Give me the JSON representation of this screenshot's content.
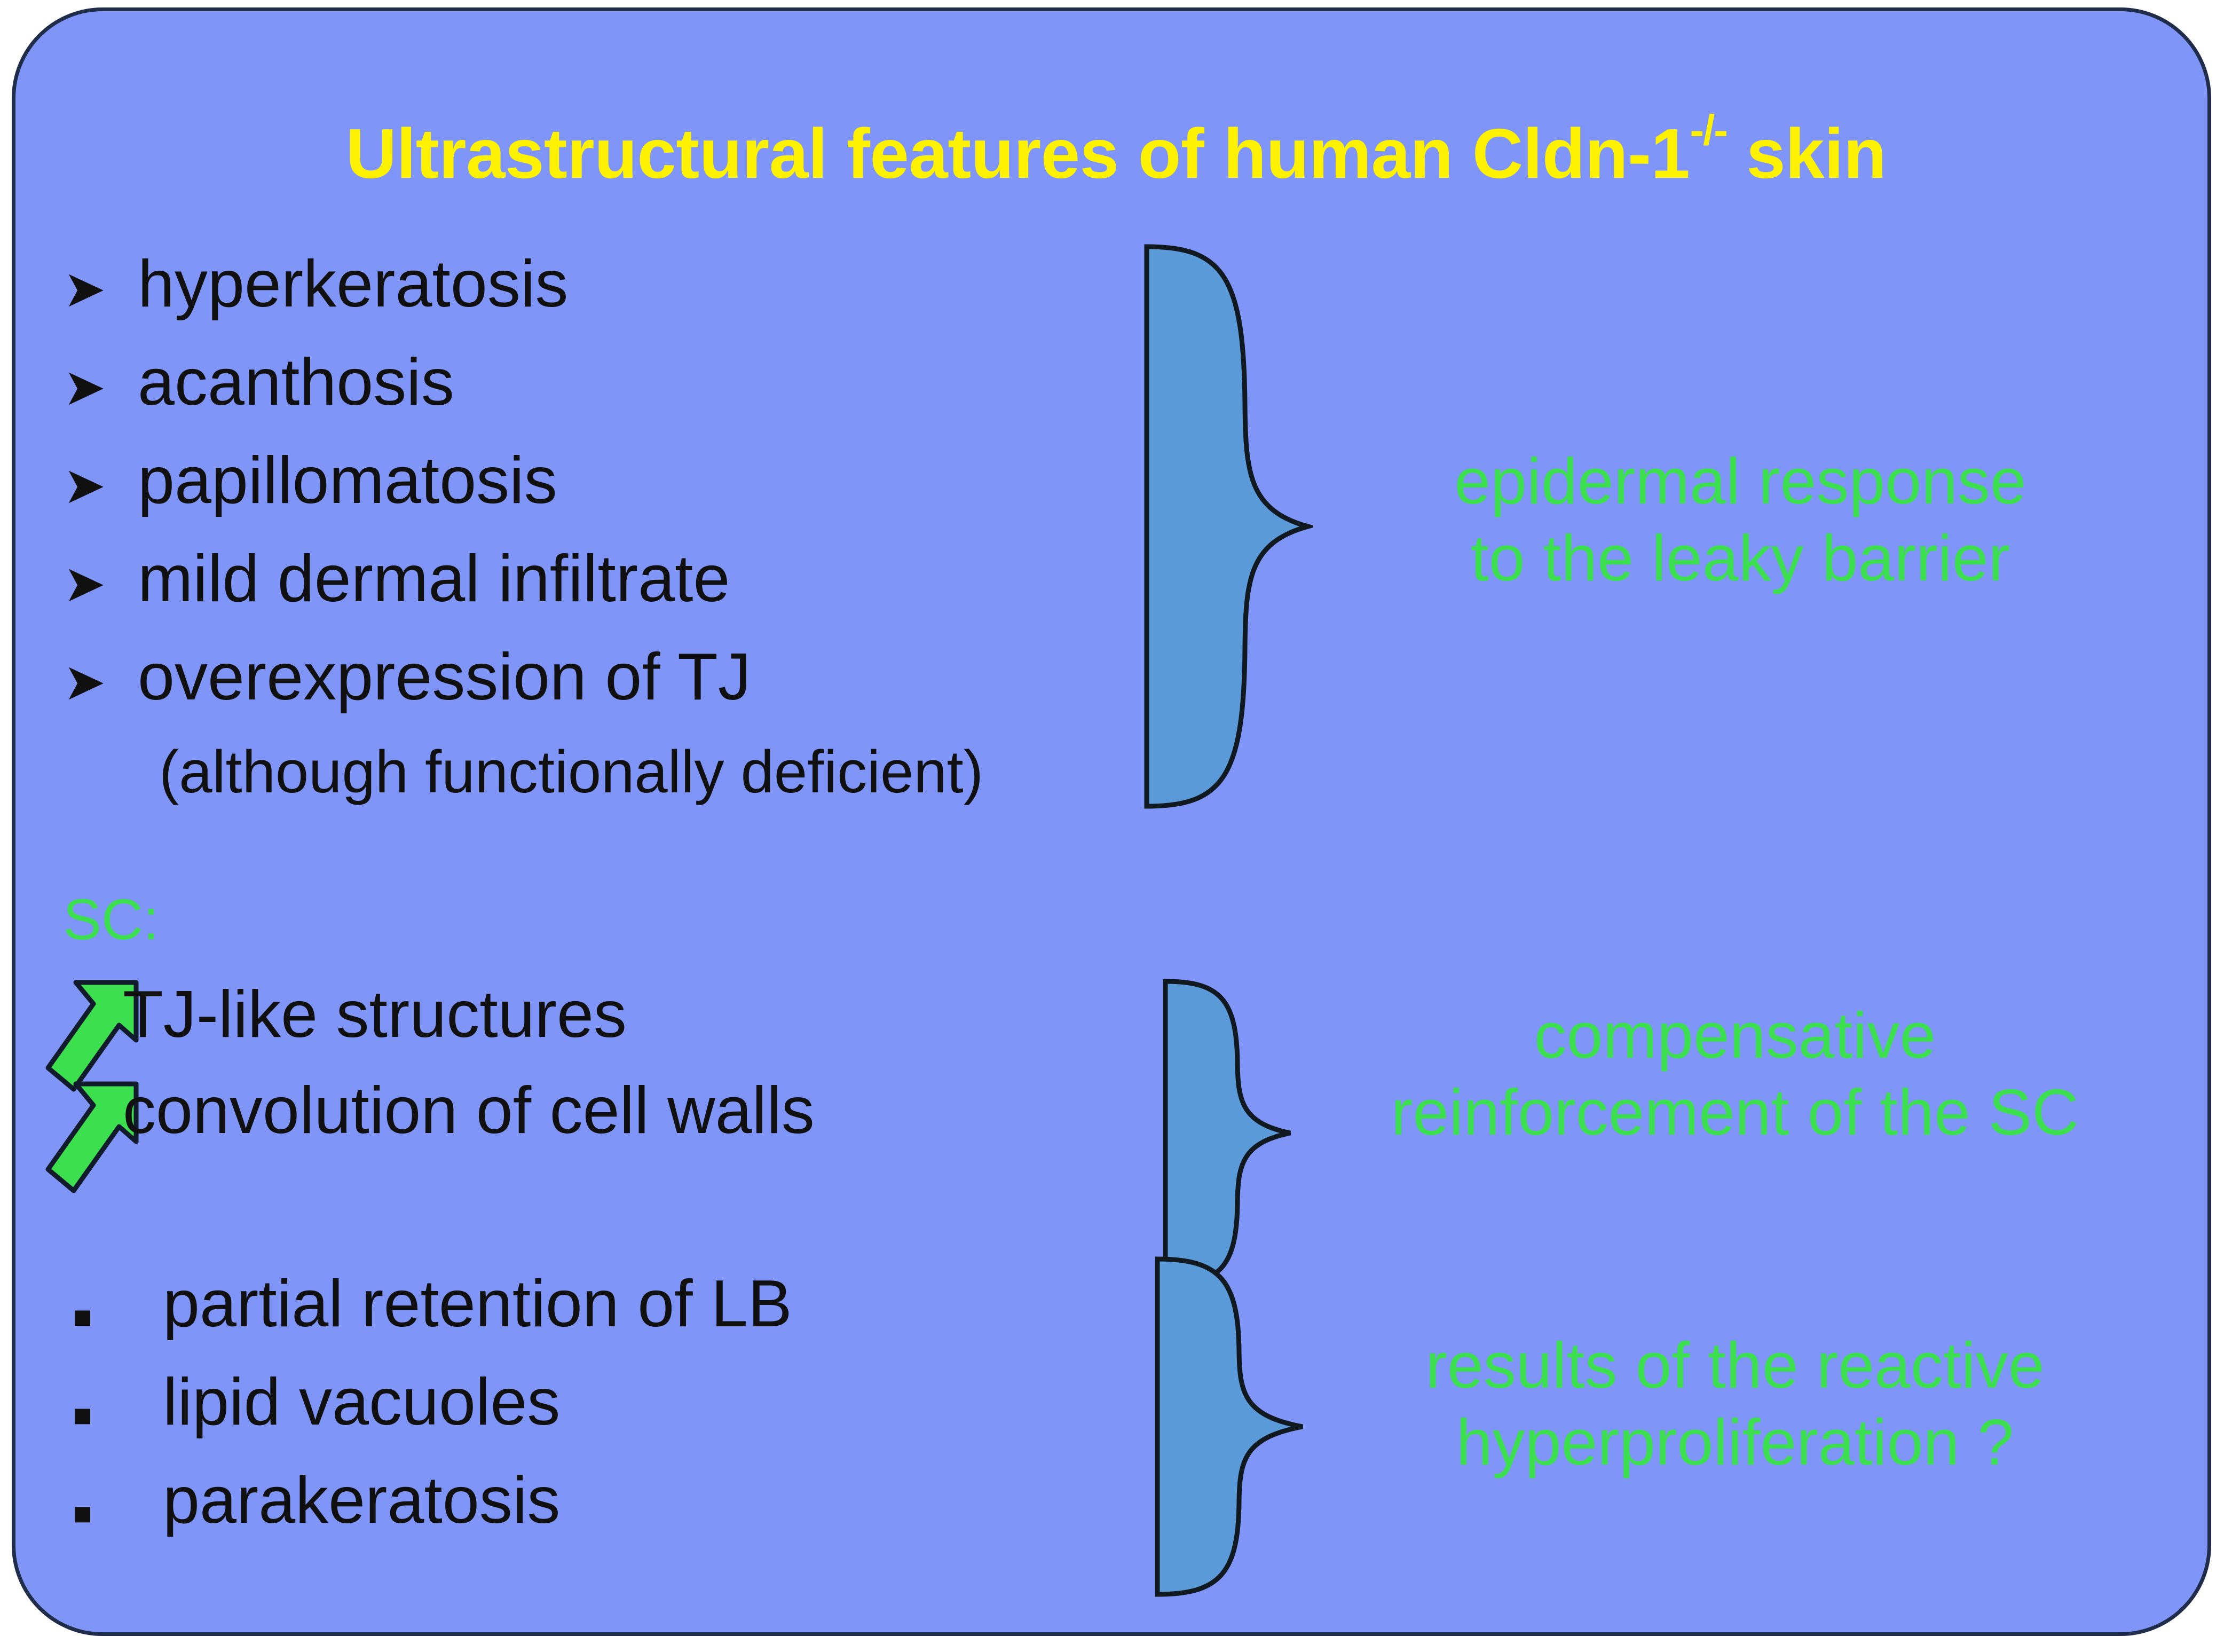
{
  "slide": {
    "background_color": "#7f95f7",
    "border_color": "#1f2d4a",
    "title_color": "#fff200",
    "note_color": "#3ce04f",
    "brace_color": "#5a9ad9",
    "arrow_color": "#3ce04f",
    "body_color": "#101010"
  },
  "title": {
    "before": "Ultrastructural features of human Cldn-1",
    "superscript": "-/-",
    "after": " skin"
  },
  "groups": [
    {
      "id": "epidermal",
      "bullet_glyph": "➤",
      "items": [
        {
          "label": "hyperkeratosis"
        },
        {
          "label": "acanthosis"
        },
        {
          "label": "papillomatosis"
        },
        {
          "label": "mild dermal infiltrate"
        },
        {
          "label": "overexpression of TJ"
        }
      ],
      "sub_note": "(although functionally deficient)",
      "annotation_line1": "epidermal response",
      "annotation_line2": "to the leaky barrier"
    },
    {
      "id": "sc",
      "section_label": "SC:",
      "bullet_glyph": "arrow-up-right-icon",
      "items": [
        {
          "label": "TJ-like structures"
        },
        {
          "label": "convolution of cell walls"
        }
      ],
      "annotation_line1": "compensative",
      "annotation_line2": "reinforcement of the SC"
    },
    {
      "id": "reactive",
      "bullet_glyph": "▪",
      "items": [
        {
          "label": "partial retention of LB"
        },
        {
          "label": "lipid vacuoles"
        },
        {
          "label": "parakeratosis"
        }
      ],
      "annotation_line1": "results of the reactive",
      "annotation_line2": "hyperproliferation ?"
    }
  ]
}
